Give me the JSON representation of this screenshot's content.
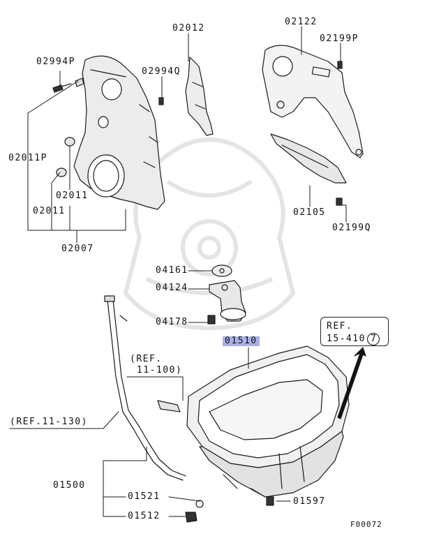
{
  "labels": {
    "p02012": "02012",
    "p02122": "02122",
    "p02199P": "02199P",
    "p02994P": "02994P",
    "p02994Q": "02994Q",
    "p02011P": "02011P",
    "p02011a": "02011",
    "p02011b": "02011",
    "p02007": "02007",
    "p02105": "02105",
    "p02199Q": "02199Q",
    "p04161": "04161",
    "p04124": "04124",
    "p04178": "04178",
    "p01510": "01510",
    "ref11_100_line1": "(REF.",
    "ref11_100_line2": "11-100)",
    "ref11_130": "(REF.11-130)",
    "p01500": "01500",
    "p01521": "01521",
    "p01512": "01512",
    "p01597": "01597",
    "ref15_line1": "REF.",
    "ref15_line2": "15-410",
    "ref15_circle": "7",
    "figure_code": "F00072"
  },
  "colors": {
    "line": "#1a1a1a",
    "part_fill": "#e9e9e9",
    "highlight": "#a9b0e6",
    "watermark": "#e6e6e6"
  }
}
